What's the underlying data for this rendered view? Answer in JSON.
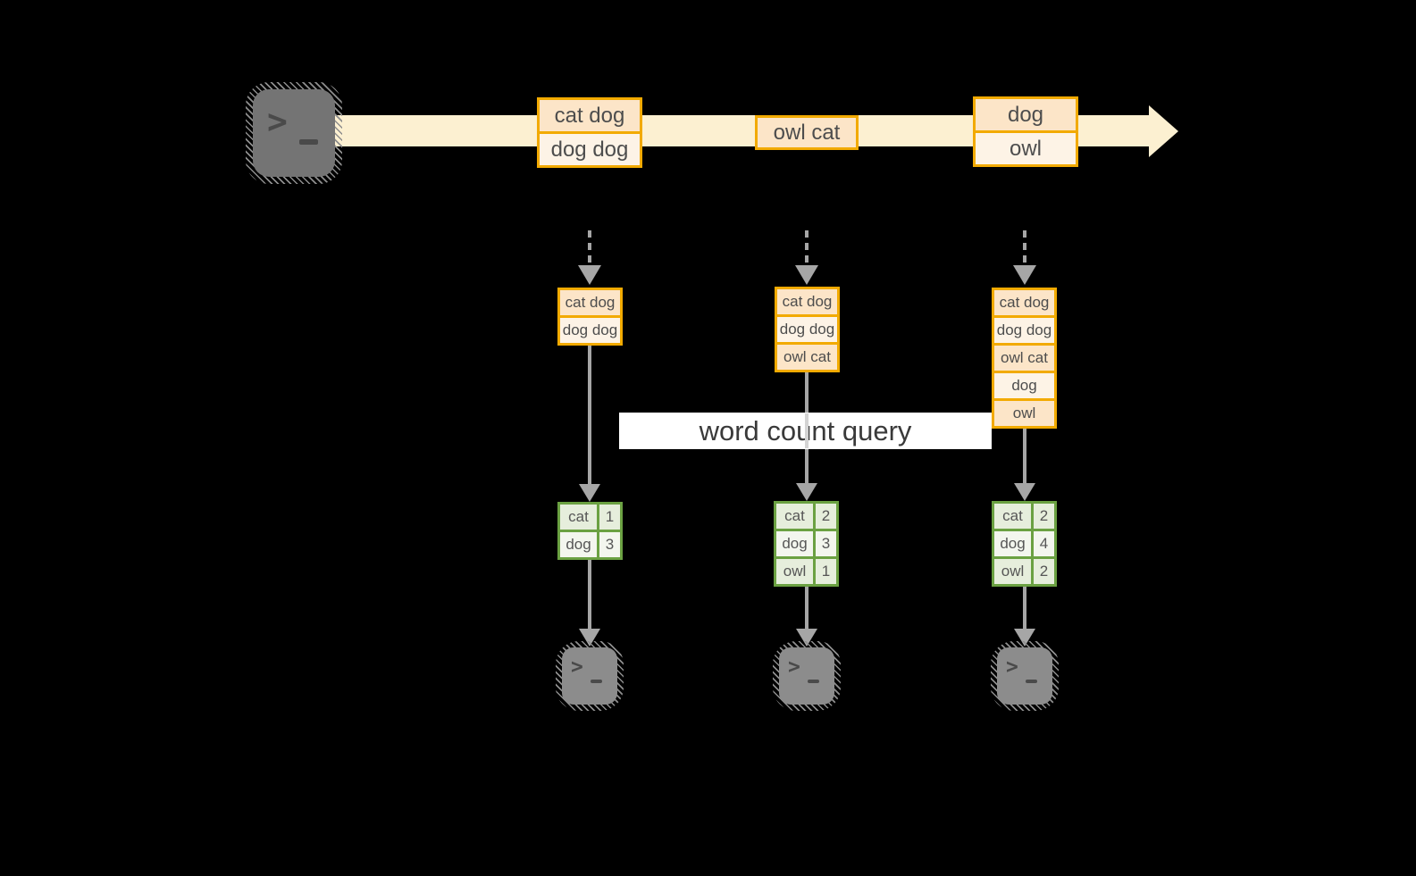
{
  "query_label": "word count query",
  "stream": {
    "source_icon": "terminal-icon",
    "batches": [
      {
        "lines": [
          "cat dog",
          "dog dog"
        ]
      },
      {
        "lines": [
          "owl cat"
        ]
      },
      {
        "lines": [
          "dog",
          "owl"
        ]
      }
    ]
  },
  "states": [
    {
      "lines": [
        "cat dog",
        "dog dog"
      ]
    },
    {
      "lines": [
        "cat dog",
        "dog dog",
        "owl cat"
      ]
    },
    {
      "lines": [
        "cat dog",
        "dog dog",
        "owl cat",
        "dog",
        "owl"
      ]
    }
  ],
  "counts": [
    {
      "rows": [
        [
          "cat",
          "1"
        ],
        [
          "dog",
          "3"
        ]
      ]
    },
    {
      "rows": [
        [
          "cat",
          "2"
        ],
        [
          "dog",
          "3"
        ],
        [
          "owl",
          "1"
        ]
      ]
    },
    {
      "rows": [
        [
          "cat",
          "2"
        ],
        [
          "dog",
          "4"
        ],
        [
          "owl",
          "2"
        ]
      ]
    }
  ],
  "sink_icons": [
    "terminal-icon",
    "terminal-icon",
    "terminal-icon"
  ],
  "colors": {
    "background": "#000000",
    "stream_band": "#fcf0d1",
    "orange_border": "#f2aa00",
    "peach_dark": "#fce5c8",
    "peach_light": "#fdf3e6",
    "green_border": "#6ba142",
    "green_dark": "#e6eedc",
    "green_light": "#f3f6ee",
    "arrow_gray": "#a6a6a6",
    "terminal_gray": "#747474"
  }
}
